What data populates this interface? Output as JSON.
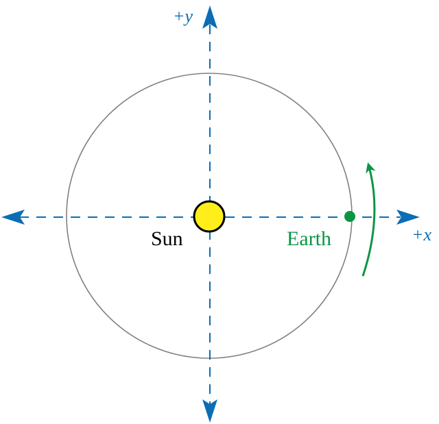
{
  "labels": {
    "x_axis": "+x",
    "y_axis": "+y",
    "sun": "Sun",
    "earth": "Earth"
  },
  "colors": {
    "axis": "#0a6db5",
    "orbit": "#808080",
    "sun_fill": "#ffee1a",
    "sun_stroke": "#000000",
    "earth": "#0b9444",
    "sun_label": "#000000"
  }
}
